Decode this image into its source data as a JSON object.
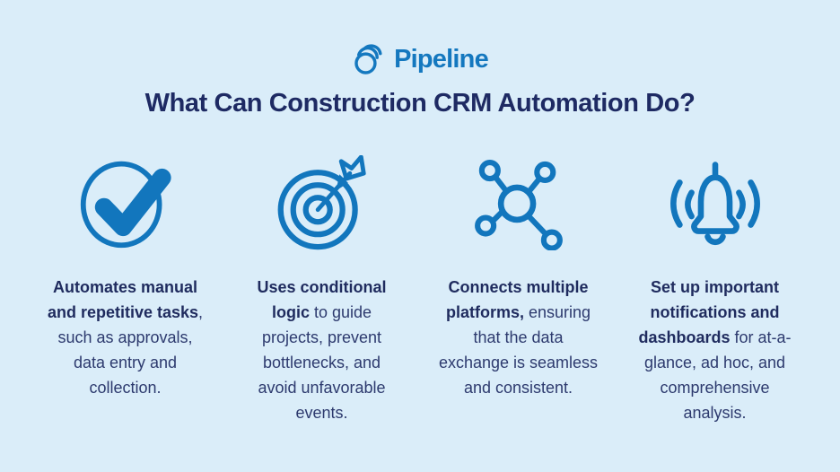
{
  "logo": {
    "text": "Pipeline",
    "color": "#1478bf",
    "icon": "pipeline-swirl-icon"
  },
  "title": {
    "text": "What Can Construction CRM Automation Do?",
    "color": "#1e2a63"
  },
  "colors": {
    "background": "#daedf9",
    "icon_blue": "#1276bd",
    "body_text": "#2d3a6e",
    "bold_text": "#1f2b5e"
  },
  "columns": [
    {
      "icon": "check-circle-icon",
      "lines": [
        [
          {
            "t": "Automates manual",
            "b": true
          }
        ],
        [
          {
            "t": "and repetitive tasks",
            "b": true
          },
          {
            "t": ",",
            "b": false
          }
        ],
        [
          {
            "t": "such as approvals,",
            "b": false
          }
        ],
        [
          {
            "t": "data entry and",
            "b": false
          }
        ],
        [
          {
            "t": "collection.",
            "b": false
          }
        ]
      ]
    },
    {
      "icon": "target-dart-icon",
      "lines": [
        [
          {
            "t": "Uses conditional",
            "b": true
          }
        ],
        [
          {
            "t": "logic",
            "b": true
          },
          {
            "t": " to guide",
            "b": false
          }
        ],
        [
          {
            "t": "projects, prevent",
            "b": false
          }
        ],
        [
          {
            "t": "bottlenecks, and",
            "b": false
          }
        ],
        [
          {
            "t": "avoid unfavorable",
            "b": false
          }
        ],
        [
          {
            "t": "events.",
            "b": false
          }
        ]
      ]
    },
    {
      "icon": "network-hub-icon",
      "lines": [
        [
          {
            "t": "Connects multiple",
            "b": true
          }
        ],
        [
          {
            "t": "platforms,",
            "b": true
          },
          {
            "t": " ensuring",
            "b": false
          }
        ],
        [
          {
            "t": "that the data",
            "b": false
          }
        ],
        [
          {
            "t": "exchange is seamless",
            "b": false
          }
        ],
        [
          {
            "t": "and consistent.",
            "b": false
          }
        ]
      ]
    },
    {
      "icon": "bell-notification-icon",
      "lines": [
        [
          {
            "t": "Set up important",
            "b": true
          }
        ],
        [
          {
            "t": "notifications and",
            "b": true
          }
        ],
        [
          {
            "t": "dashboards",
            "b": true
          },
          {
            "t": " for at-a-",
            "b": false
          }
        ],
        [
          {
            "t": "glance, ad hoc, and",
            "b": false
          }
        ],
        [
          {
            "t": "comprehensive",
            "b": false
          }
        ],
        [
          {
            "t": "analysis.",
            "b": false
          }
        ]
      ]
    }
  ]
}
